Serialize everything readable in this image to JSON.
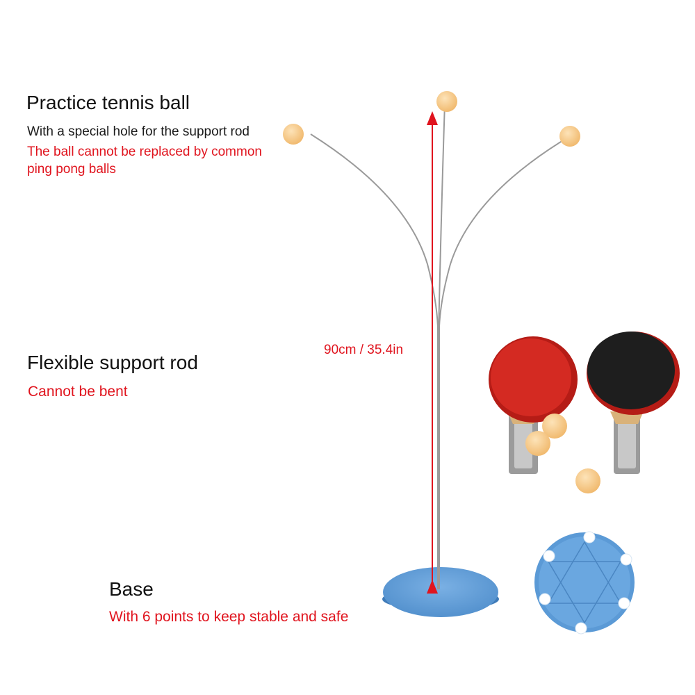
{
  "callouts": {
    "ball": {
      "title": "Practice tennis ball",
      "line1": "With a special hole for the support rod",
      "note_line1": "The ball cannot be replaced by common",
      "note_line2": "ping pong balls"
    },
    "rod": {
      "title": "Flexible support rod",
      "note": "Cannot be bent"
    },
    "base": {
      "title": "Base",
      "note": "With 6 points to keep stable and safe"
    }
  },
  "dimension_label": "90cm / 35.4in",
  "colors": {
    "leader_line": "#e8813a",
    "dimension_arrow": "#e0141e",
    "ball": "#f7c98a",
    "base": "#5b9ad6",
    "paddle_red": "#d42a22",
    "paddle_black": "#1e1e1e"
  }
}
